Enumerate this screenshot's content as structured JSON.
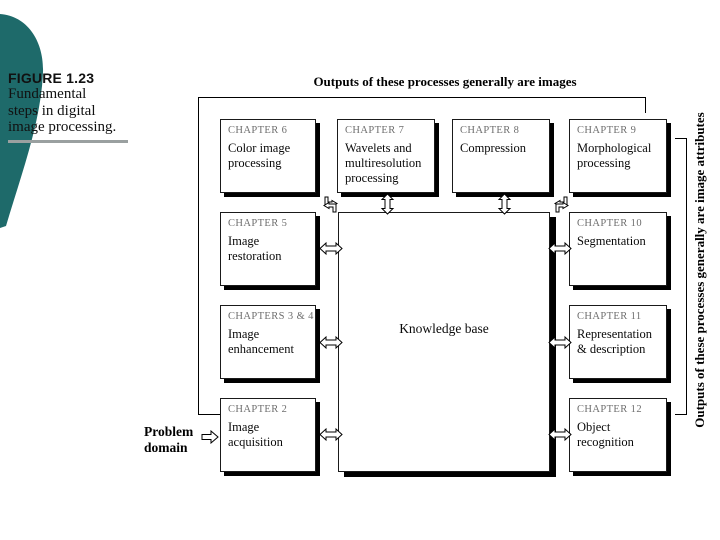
{
  "slide": {
    "figure_label": "FIGURE 1.23",
    "caption": "Fundamental\nsteps in digital\nimage processing.",
    "accent_color": "#1e6a6a"
  },
  "banners": {
    "top": "Outputs of these processes generally are images",
    "right": "Outputs of these processes generally are image attributes"
  },
  "diagram": {
    "knowledge_base": "Knowledge base",
    "problem_domain": "Problem\ndomain",
    "boxes": [
      {
        "chapter": "CHAPTER 6",
        "title": "Color image\nprocessing"
      },
      {
        "chapter": "CHAPTER 7",
        "title": "Wavelets and\nmultiresolution\nprocessing"
      },
      {
        "chapter": "CHAPTER 8",
        "title": "Compression"
      },
      {
        "chapter": "CHAPTER 9",
        "title": "Morphological\nprocessing"
      },
      {
        "chapter": "CHAPTER 5",
        "title": "Image\nrestoration"
      },
      {
        "chapter": "CHAPTERS 3 & 4",
        "title": "Image\nenhancement"
      },
      {
        "chapter": "CHAPTER 2",
        "title": "Image\nacquisition"
      },
      {
        "chapter": "CHAPTER 10",
        "title": "Segmentation"
      },
      {
        "chapter": "CHAPTER 11",
        "title": "Representation\n& description"
      },
      {
        "chapter": "CHAPTER 12",
        "title": "Object\nrecognition"
      }
    ]
  }
}
